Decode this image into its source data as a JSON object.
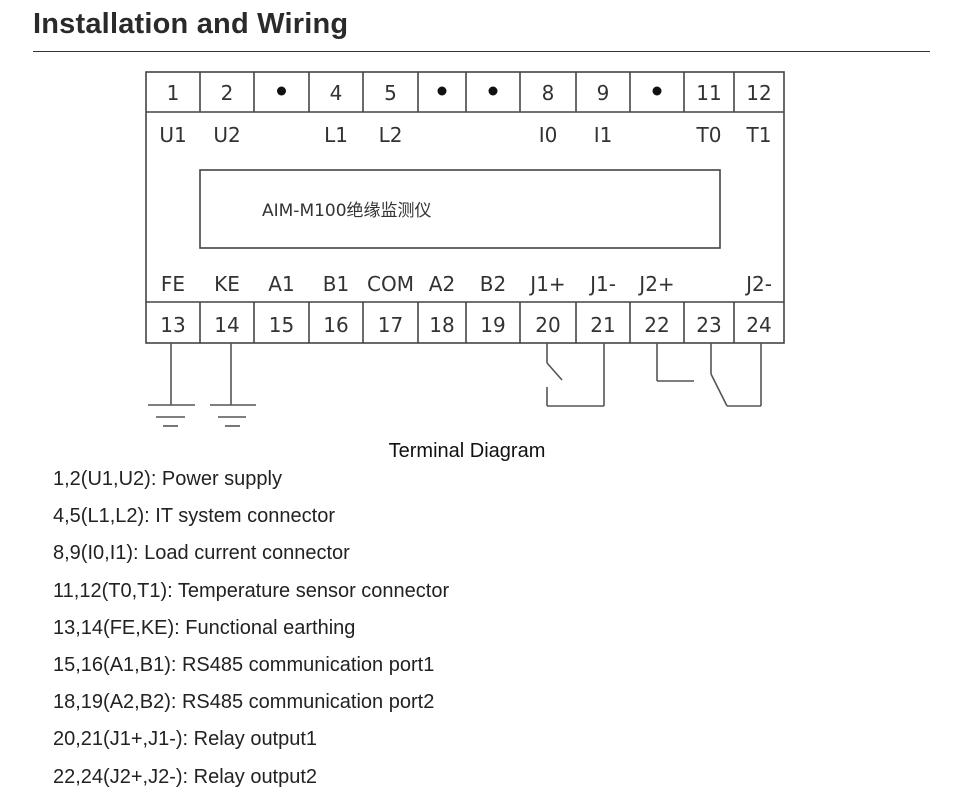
{
  "header": {
    "title": "Installation and Wiring"
  },
  "device": {
    "model_label": "AIM-M100绝缘监测仪"
  },
  "top_terminals": [
    {
      "number": "1",
      "signal": "U1"
    },
    {
      "number": "2",
      "signal": "U2"
    },
    {
      "number": "•",
      "signal": ""
    },
    {
      "number": "4",
      "signal": "L1"
    },
    {
      "number": "5",
      "signal": "L2"
    },
    {
      "number": "•",
      "signal": ""
    },
    {
      "number": "•",
      "signal": ""
    },
    {
      "number": "8",
      "signal": "I0"
    },
    {
      "number": "9",
      "signal": "I1"
    },
    {
      "number": "•",
      "signal": ""
    },
    {
      "number": "11",
      "signal": "T0"
    },
    {
      "number": "12",
      "signal": "T1"
    }
  ],
  "bottom_terminals": [
    {
      "number": "13",
      "signal": "FE"
    },
    {
      "number": "14",
      "signal": "KE"
    },
    {
      "number": "15",
      "signal": "A1"
    },
    {
      "number": "16",
      "signal": "B1"
    },
    {
      "number": "17",
      "signal": "COM"
    },
    {
      "number": "18",
      "signal": "A2"
    },
    {
      "number": "19",
      "signal": "B2"
    },
    {
      "number": "20",
      "signal": "J1+"
    },
    {
      "number": "21",
      "signal": "J1-"
    },
    {
      "number": "22",
      "signal": "J2+"
    },
    {
      "number": "23",
      "signal": ""
    },
    {
      "number": "24",
      "signal": "J2-"
    }
  ],
  "caption": "Terminal Diagram",
  "legend": [
    "1,2(U1,U2): Power supply",
    "4,5(L1,L2): IT system connector",
    "8,9(I0,I1): Load current connector",
    "11,12(T0,T1): Temperature sensor connector",
    "13,14(FE,KE): Functional earthing",
    "15,16(A1,B1): RS485 communication port1",
    "18,19(A2,B2): RS485 communication port2",
    "20,21(J1+,J1-): Relay output1",
    "22,24(J2+,J2-): Relay output2"
  ]
}
